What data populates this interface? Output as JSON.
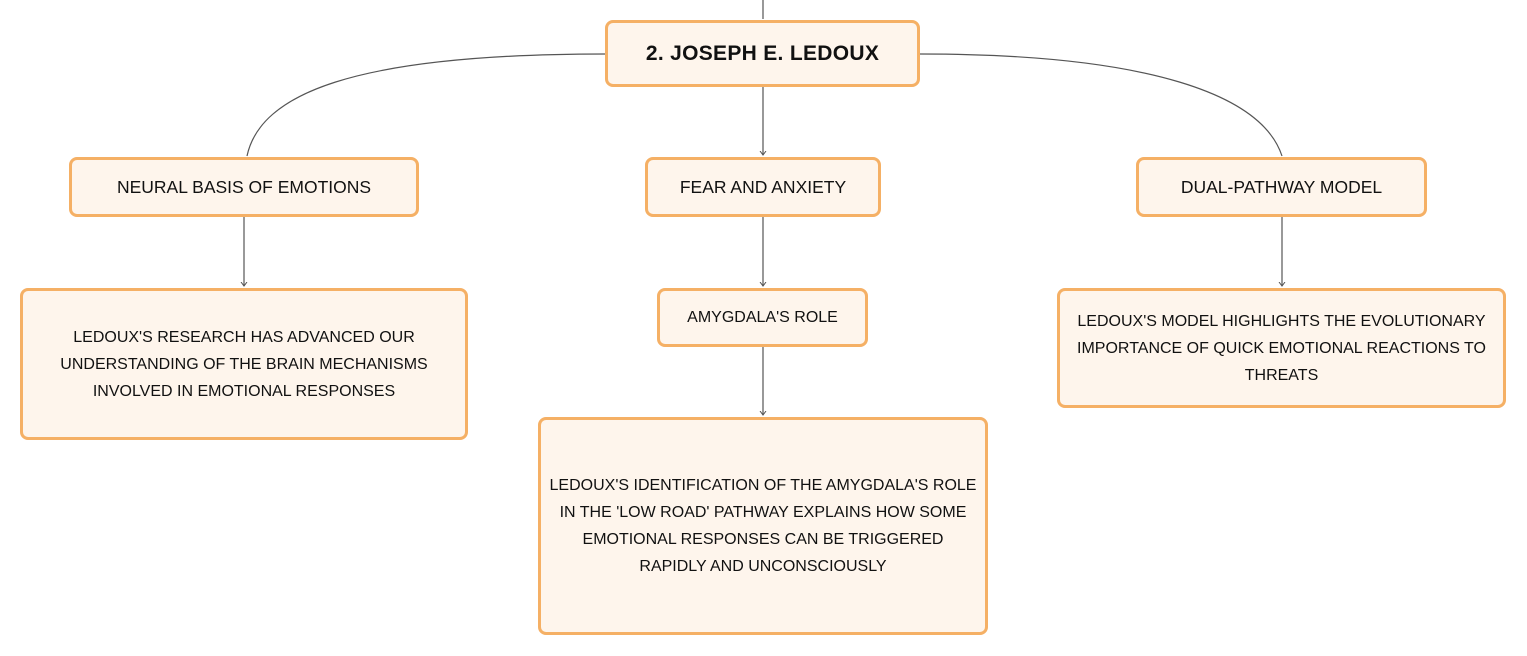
{
  "diagram": {
    "root": {
      "label": "2. JOSEPH E. LEDOUX"
    },
    "branches": [
      {
        "label": "NEURAL BASIS OF EMOTIONS",
        "detail": "LEDOUX'S RESEARCH HAS ADVANCED OUR UNDERSTANDING OF THE BRAIN MECHANISMS INVOLVED IN EMOTIONAL RESPONSES"
      },
      {
        "label": "FEAR AND ANXIETY",
        "subtopic": {
          "label": "AMYGDALA'S ROLE"
        },
        "detail": "LEDOUX'S IDENTIFICATION OF THE AMYGDALA'S ROLE IN THE 'LOW ROAD' PATHWAY EXPLAINS HOW SOME EMOTIONAL RESPONSES CAN BE TRIGGERED RAPIDLY AND UNCONSCIOUSLY"
      },
      {
        "label": "DUAL-PATHWAY MODEL",
        "detail": "LEDOUX'S MODEL HIGHLIGHTS THE EVOLUTIONARY IMPORTANCE OF QUICK EMOTIONAL REACTIONS TO THREATS"
      }
    ]
  },
  "colors": {
    "node_fill": "#fef5ec",
    "node_border": "#f5b065",
    "connector": "#555555",
    "text": "#111111"
  }
}
